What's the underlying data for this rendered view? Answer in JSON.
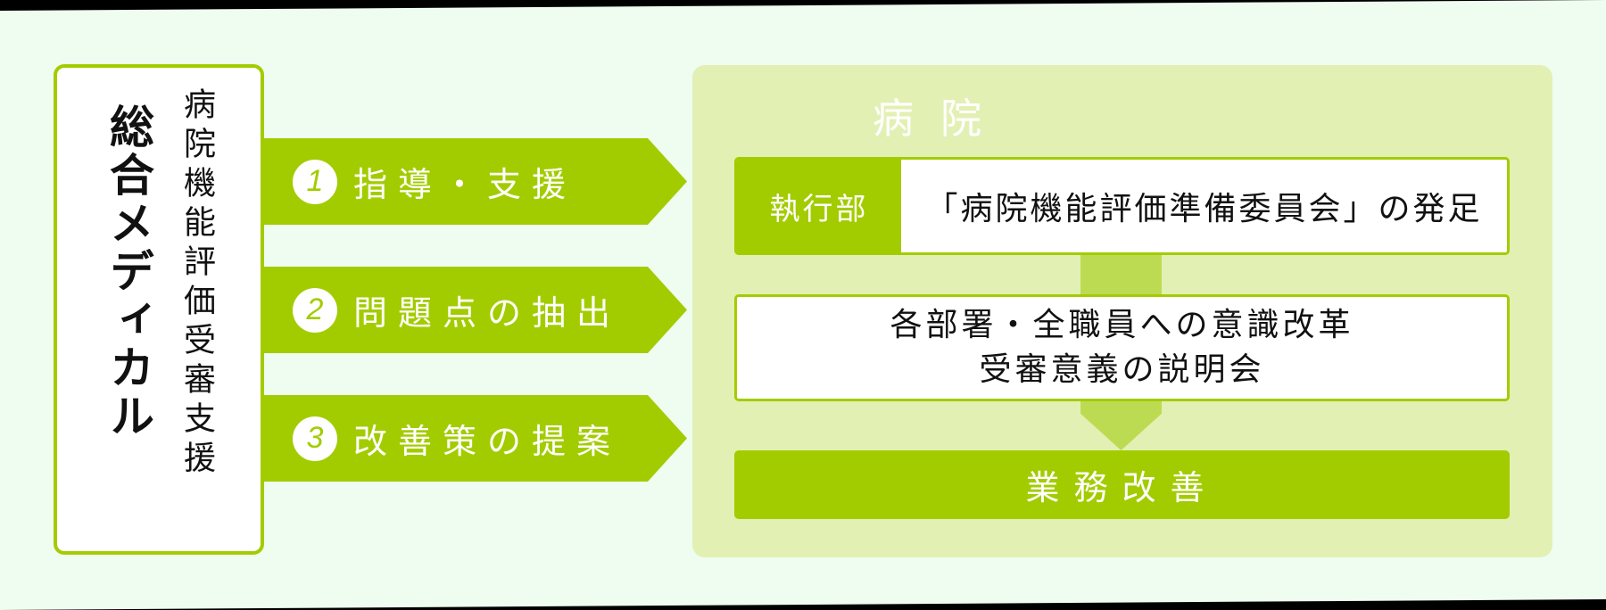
{
  "colors": {
    "background": "#effcf0",
    "accent": "#a3cc00",
    "panel": "#e2f0b3",
    "connector": "#bddb52",
    "text": "#111111",
    "white": "#ffffff"
  },
  "provider": {
    "name": "総合メディカル",
    "service": "病院機能評価受審支援"
  },
  "steps": [
    {
      "number": "1",
      "label": "指導・支援",
      "icon": "circled-number-1"
    },
    {
      "number": "2",
      "label": "問題点の抽出",
      "icon": "circled-number-2"
    },
    {
      "number": "3",
      "label": "改善策の提案",
      "icon": "circled-number-3"
    }
  ],
  "hospital": {
    "title": "病院",
    "box1": {
      "dept": "執行部",
      "text": "「病院機能評価準備委員会」の発足"
    },
    "box2": {
      "line1": "各部署・全職員への意識改革",
      "line2": "受審意義の説明会"
    },
    "result": "業務改善"
  }
}
